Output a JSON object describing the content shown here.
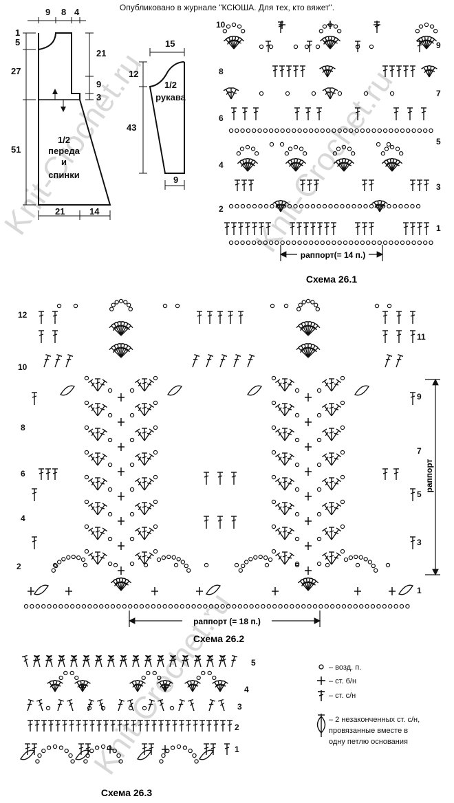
{
  "header": "Опубликовано в журнале \"КСЮША. Для тех, кто вяжет\".",
  "watermark": "Knit-Crochet.ru",
  "body_pattern": {
    "dims_top": [
      "9",
      "8",
      "4"
    ],
    "dims_left": [
      "1",
      "5",
      "27",
      "51"
    ],
    "dims_right": [
      "21",
      "9",
      "3"
    ],
    "dims_bottom": [
      "21",
      "14"
    ],
    "label": [
      "1/2",
      "переда",
      "и",
      "спинки"
    ]
  },
  "sleeve_pattern": {
    "dim_top": "15",
    "dims_left": [
      "12",
      "43"
    ],
    "dim_bottom": "9",
    "label": [
      "1/2",
      "рукава"
    ]
  },
  "schema1": {
    "title": "Схема 26.1",
    "repeat": "раппорт(= 14 п.)",
    "rows_left": [
      "10",
      "8",
      "6",
      "4",
      "2"
    ],
    "rows_right": [
      "9",
      "7",
      "5",
      "3",
      "1"
    ]
  },
  "schema2": {
    "title": "Схема 26.2",
    "repeat": "раппорт (= 18 п.)",
    "repeat_vertical": "раппорт",
    "rows_left": [
      "12",
      "10",
      "8",
      "6",
      "4",
      "2"
    ],
    "rows_right": [
      "11",
      "9",
      "7",
      "5",
      "3",
      "1"
    ]
  },
  "schema3": {
    "title": "Схема 26.3",
    "rows": [
      "5",
      "4",
      "3",
      "2",
      "1"
    ]
  },
  "legend": [
    {
      "symbol": "chain-icon",
      "text": "– возд. п."
    },
    {
      "symbol": "sc-icon",
      "text": "– ст. б/н"
    },
    {
      "symbol": "dc-icon",
      "text": "– ст. с/н"
    },
    {
      "symbol": "dc2tog-icon",
      "text": "– 2 незаконченных ст. с/н,"
    },
    {
      "symbol": "",
      "text": "провязанные вместе в"
    },
    {
      "symbol": "",
      "text": "одну петлю основания"
    }
  ]
}
